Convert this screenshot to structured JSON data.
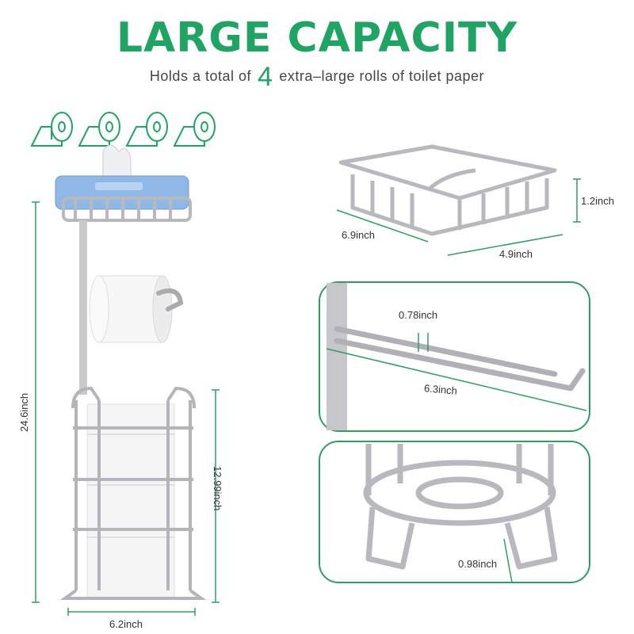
{
  "header": {
    "title": "LARGE CAPACITY",
    "subtitle_prefix": "Holds a total of",
    "subtitle_number": "4",
    "subtitle_suffix": "extra–large rolls of toilet paper",
    "accent_color": "#1fa463"
  },
  "roll_icons": {
    "count": 4,
    "icon": "toilet-roll-icon"
  },
  "dimensions": {
    "total_height": "24.6inch",
    "canister_height": "12.99inch",
    "base_width": "6.2inch",
    "shelf_length": "6.9inch",
    "shelf_width": "4.9inch",
    "shelf_height": "1.2inch",
    "arm_diameter": "0.78inch",
    "arm_length": "6.3inch",
    "foot_height": "0.98inch"
  },
  "colors": {
    "metal": "#c9c9cc",
    "metal_dark": "#9c9ca2",
    "frame": "#2e9e62",
    "dimension_line": "#2e9e62"
  }
}
